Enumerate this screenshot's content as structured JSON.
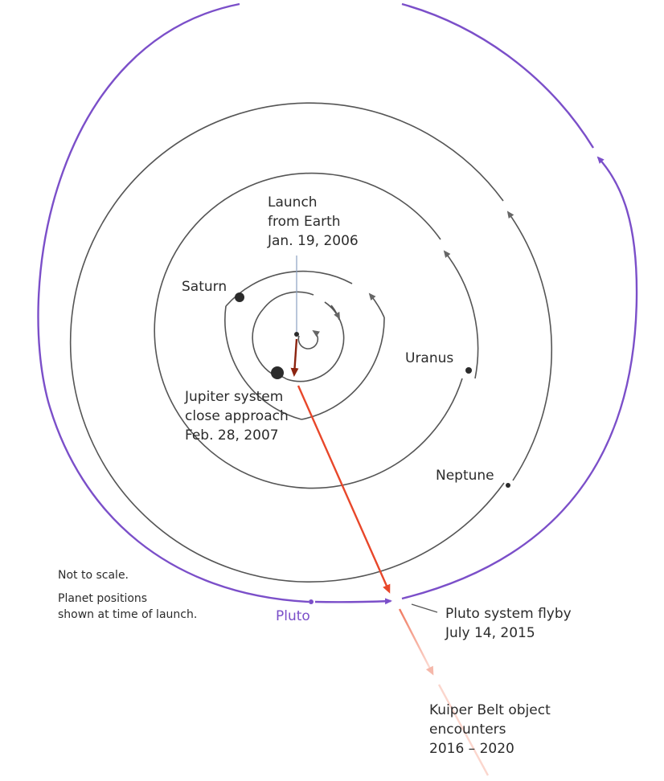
{
  "labels": {
    "launch": [
      "Launch",
      "from Earth",
      "Jan. 19, 2006"
    ],
    "jupiter": [
      "Jupiter system",
      "close approach",
      "Feb. 28, 2007"
    ],
    "saturn": "Saturn",
    "uranus": "Uranus",
    "neptune": "Neptune",
    "pluto": "Pluto",
    "pluto_flyby": [
      "Pluto system flyby",
      "July 14, 2015"
    ],
    "kuiper": [
      "Kuiper Belt object",
      "encounters",
      "2016 – 2020"
    ]
  },
  "notes": {
    "scale": "Not to scale.",
    "positions": [
      "Planet positions",
      "shown at time of launch."
    ]
  },
  "colors": {
    "orbit": "#555555",
    "pluto_orbit": "#7b4fc9",
    "trajectory": "#e8472a",
    "trajectory_early": "#a02a10",
    "trajectory_future": "#f5b8aa",
    "planet": "#2b2b2b",
    "text": "#2b2b2b"
  }
}
